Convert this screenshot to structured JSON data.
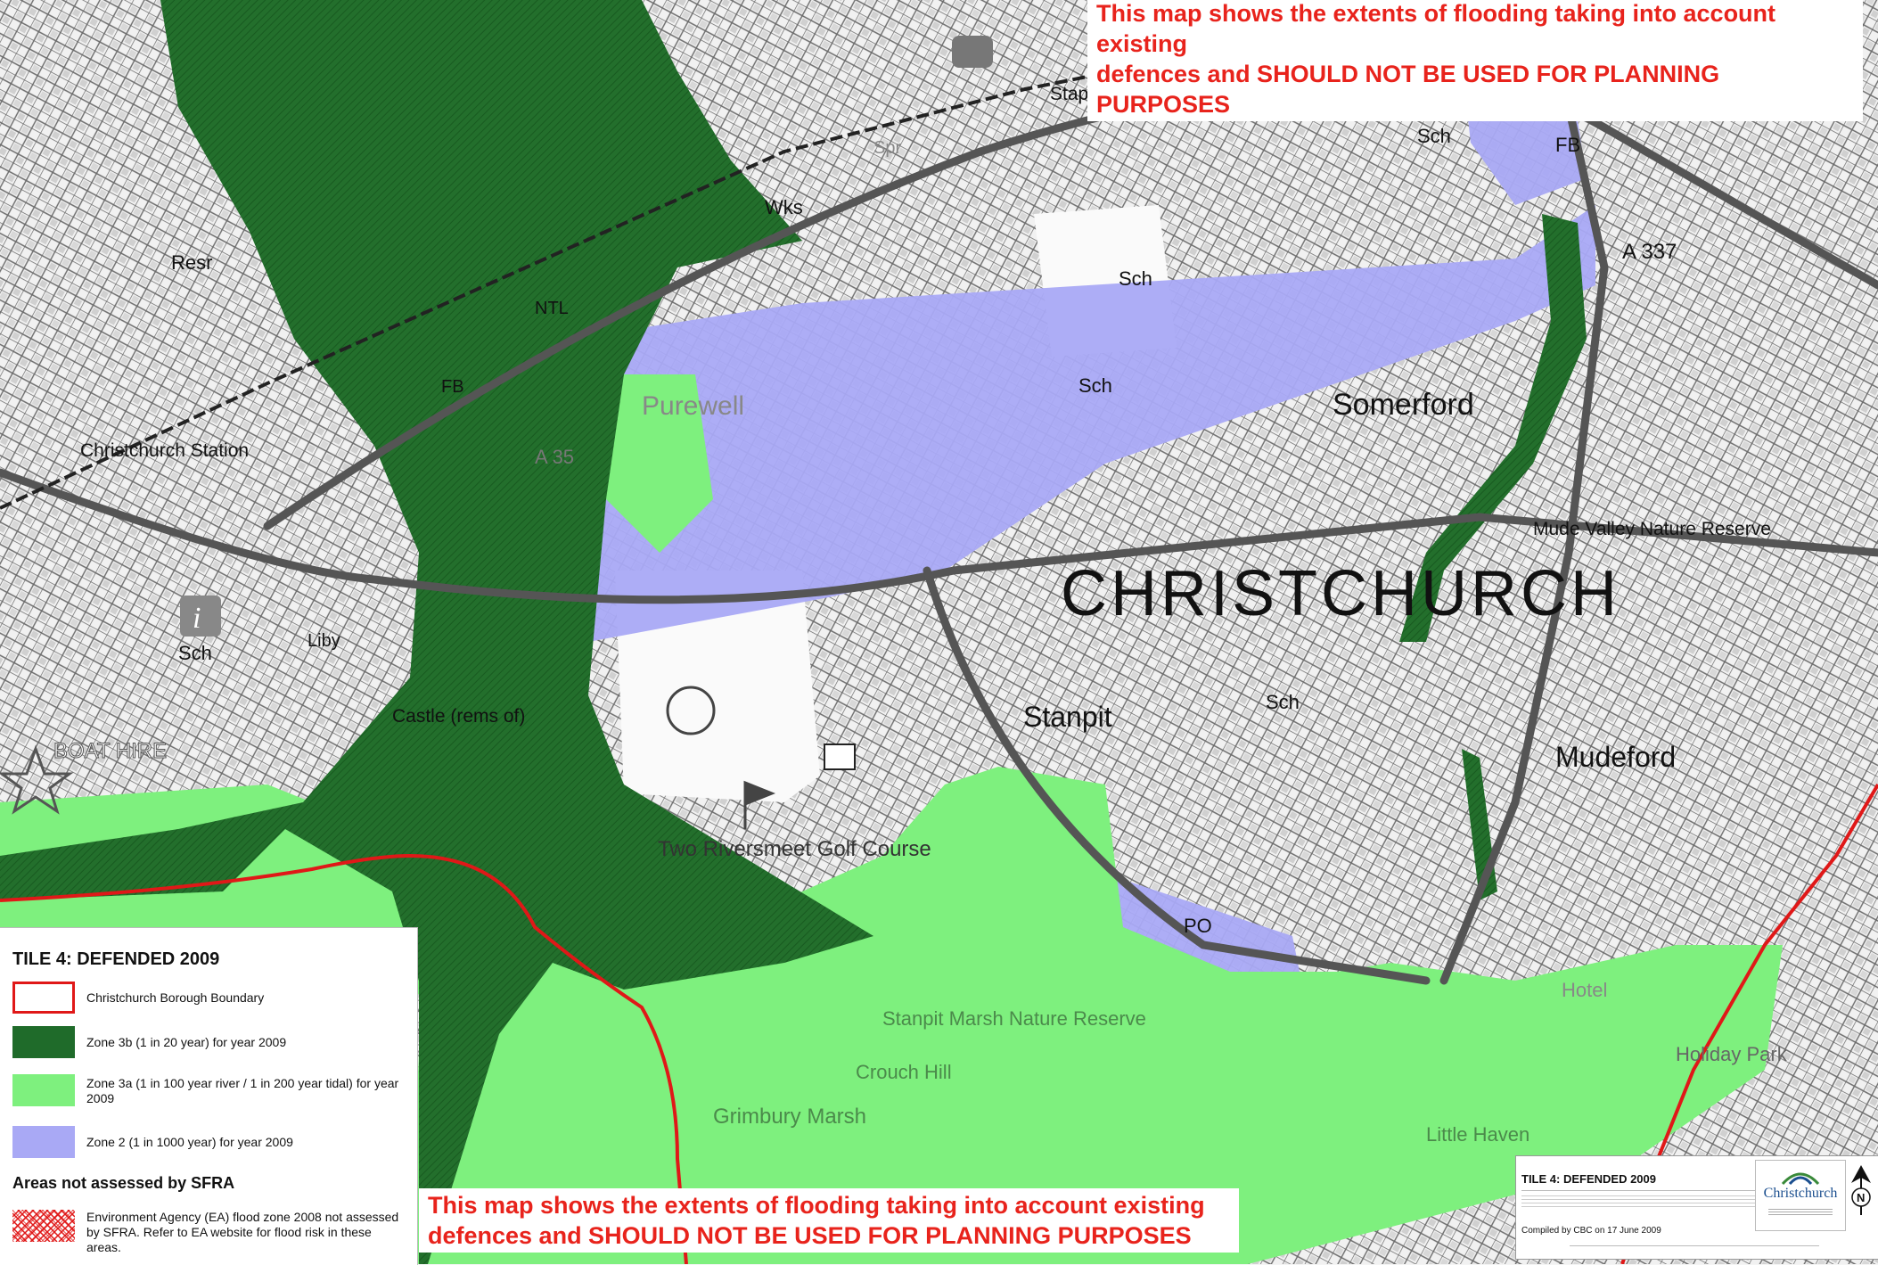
{
  "notice": {
    "line1": "This map shows the extents of flooding taking into account existing",
    "line2": "defences and SHOULD NOT BE USED FOR PLANNING PURPOSES"
  },
  "colors": {
    "zone3b": "#1f6b2a",
    "zone3a": "#7ef07e",
    "zone2": "#a9a9f5",
    "boundary": "#e01818",
    "notice": "#e8231c"
  },
  "map": {
    "town_label": "CHRISTCHURCH",
    "places": [
      "Somerford",
      "Stanpit",
      "Mudeford",
      "Purewell",
      "Christchurch Station",
      "Staple Cross",
      "Mude Valley Nature Reserve",
      "Stanpit Marsh Nature Reserve",
      "Two Riversmeet Golf Course",
      "Grimbury Marsh",
      "Crouch Hill",
      "Holiday Park",
      "Little Haven",
      "Castle (rems of)",
      "BOAT HIRE",
      "A 337",
      "A 35",
      "Sch",
      "FB",
      "PO",
      "Liby",
      "Wks",
      "NTL",
      "Resr",
      "Spr",
      "Hotel"
    ]
  },
  "legend": {
    "title": "TILE 4: DEFENDED 2009",
    "items": [
      {
        "label": "Christchurch Borough Boundary",
        "swatch": "boundary"
      },
      {
        "label": "Zone 3b (1 in 20 year) for year 2009",
        "swatch": "zone3b"
      },
      {
        "label": "Zone 3a (1 in 100 year river / 1 in 200 year tidal) for year 2009",
        "swatch": "zone3a"
      },
      {
        "label": "Zone 2 (1 in 1000 year) for year 2009",
        "swatch": "zone2"
      }
    ],
    "subheading": "Areas not assessed by SFRA",
    "ea_label": "Environment Agency (EA) flood zone 2008 not assessed by SFRA. Refer to EA website for flood risk in these areas."
  },
  "titleblock": {
    "title": "TILE 4: DEFENDED 2009",
    "compiled": "Compiled by CBC on 17 June 2009",
    "logo_name": "Christchurch",
    "north_label": "N"
  }
}
